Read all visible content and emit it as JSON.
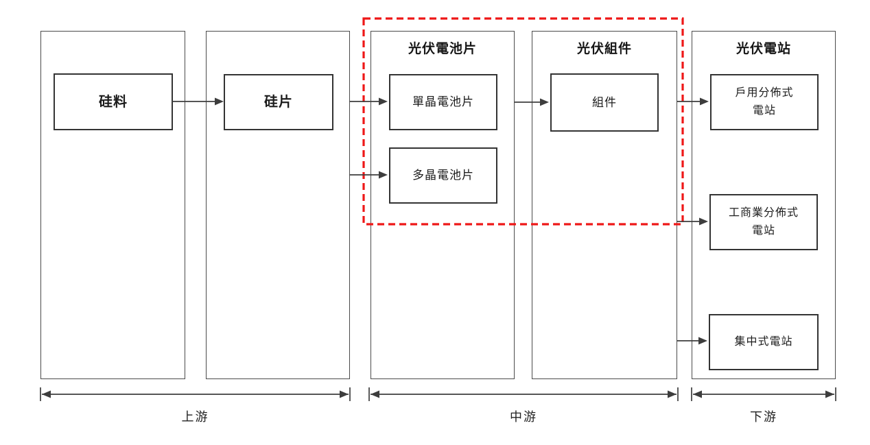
{
  "diagram": {
    "columns": [
      {
        "name": "silicon-material",
        "title": "",
        "boxes": [
          {
            "label": "硅料"
          }
        ]
      },
      {
        "name": "silicon-wafer",
        "title": "",
        "boxes": [
          {
            "label": "硅片"
          }
        ]
      },
      {
        "name": "pv-cell",
        "title": "光伏電池片",
        "boxes": [
          {
            "label": "單晶電池片"
          },
          {
            "label": "多晶電池片"
          }
        ]
      },
      {
        "name": "pv-module",
        "title": "光伏組件",
        "boxes": [
          {
            "label": "組件"
          }
        ]
      },
      {
        "name": "pv-station",
        "title": "光伏電站",
        "boxes": [
          {
            "label": "戶用分佈式\n電站"
          },
          {
            "label": "工商業分佈式\n電站"
          },
          {
            "label": "集中式電站"
          }
        ]
      }
    ],
    "stage_labels": {
      "upstream": "上游",
      "midstream": "中游",
      "downstream": "下游"
    },
    "colors": {
      "highlight": "#ee1717",
      "line": "#3d3d3d"
    }
  }
}
